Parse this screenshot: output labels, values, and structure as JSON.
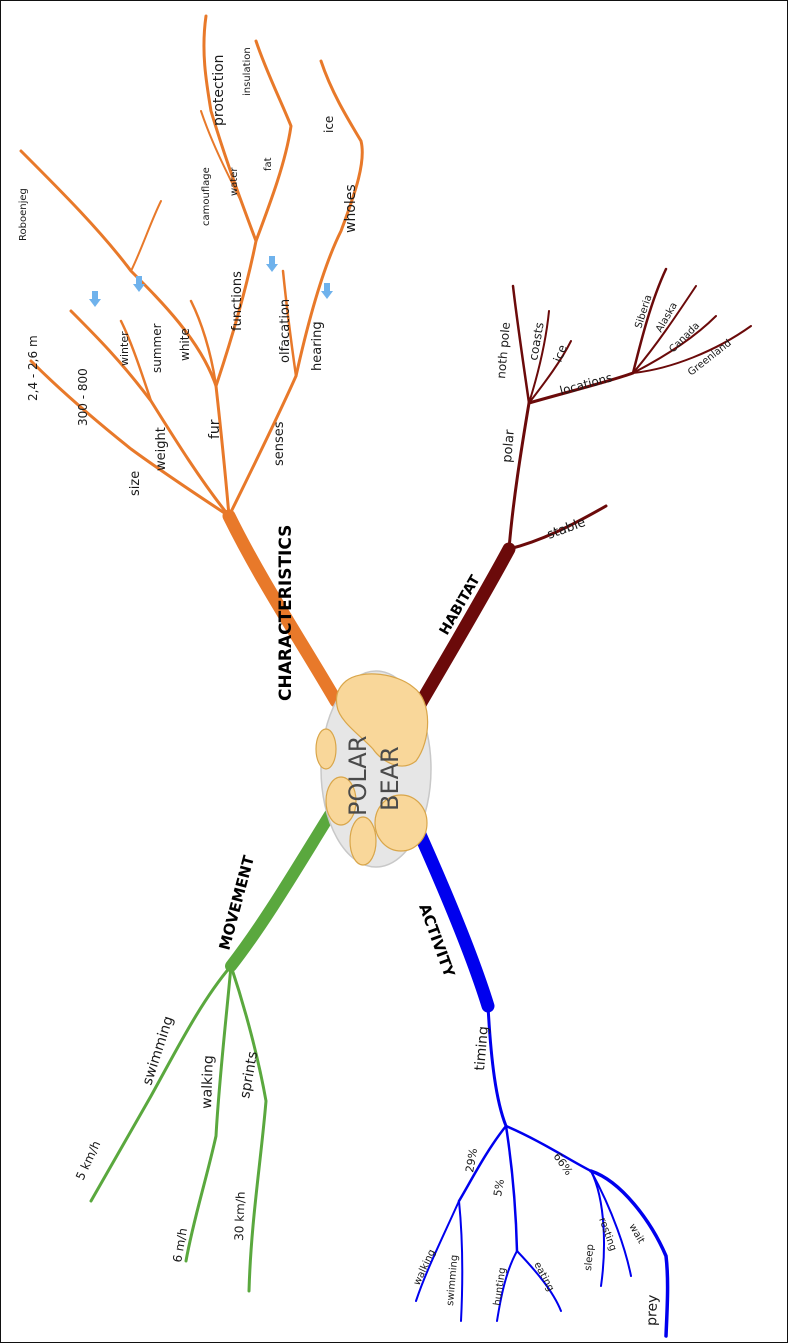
{
  "center": {
    "line1": "POLAR",
    "line2": "BEAR"
  },
  "colors": {
    "characteristics": "#e8792a",
    "habitat": "#6b0a0a",
    "movement": "#5aa83e",
    "activity": "#0000ee",
    "center_fill": "#f9d79a",
    "center_bg": "#e6e6e6"
  },
  "branches": {
    "characteristics": {
      "title": "CHARACTERISTICS",
      "size": "size",
      "size_value": "2,4 - 2,6 m",
      "weight": "weight",
      "weight_value": "300 - 800",
      "fur": "fur",
      "white": "white",
      "summer": "summer",
      "winter": "winter",
      "roboenjeg": "Roboenjeg",
      "functions": "functions",
      "camouflage": "camouflage",
      "water": "water",
      "fat": "fat",
      "protection": "protection",
      "insulation": "insulation",
      "senses": "senses",
      "olfacation": "olfacation",
      "hearing": "hearing",
      "wholes": "wholes",
      "ice": "ice"
    },
    "habitat": {
      "title": "HABITAT",
      "stable": "stable",
      "polar": "polar",
      "noth_pole": "noth pole",
      "coasts": "coasts",
      "ice": "ice",
      "locations": "locations",
      "siberia": "Siberia",
      "alaska": "Alaska",
      "canada": "Canada",
      "greenland": "Greenland"
    },
    "movement": {
      "title": "MOVEMENT",
      "swimming": "swimming",
      "swimming_value": "5 km/h",
      "walking": "walking",
      "walking_value": "6 m/h",
      "sprints": "sprints",
      "sprints_value": "30 km/h"
    },
    "activity": {
      "title": "ACTIVITY",
      "timing": "timing",
      "p29": "29%",
      "p5": "5%",
      "p66": "66%",
      "walking": "walking",
      "swimming": "swimming",
      "hunting": "hunting",
      "eating": "eating",
      "sleep": "sleep",
      "resting": "resting",
      "wait": "wait",
      "prey": "prey"
    }
  }
}
